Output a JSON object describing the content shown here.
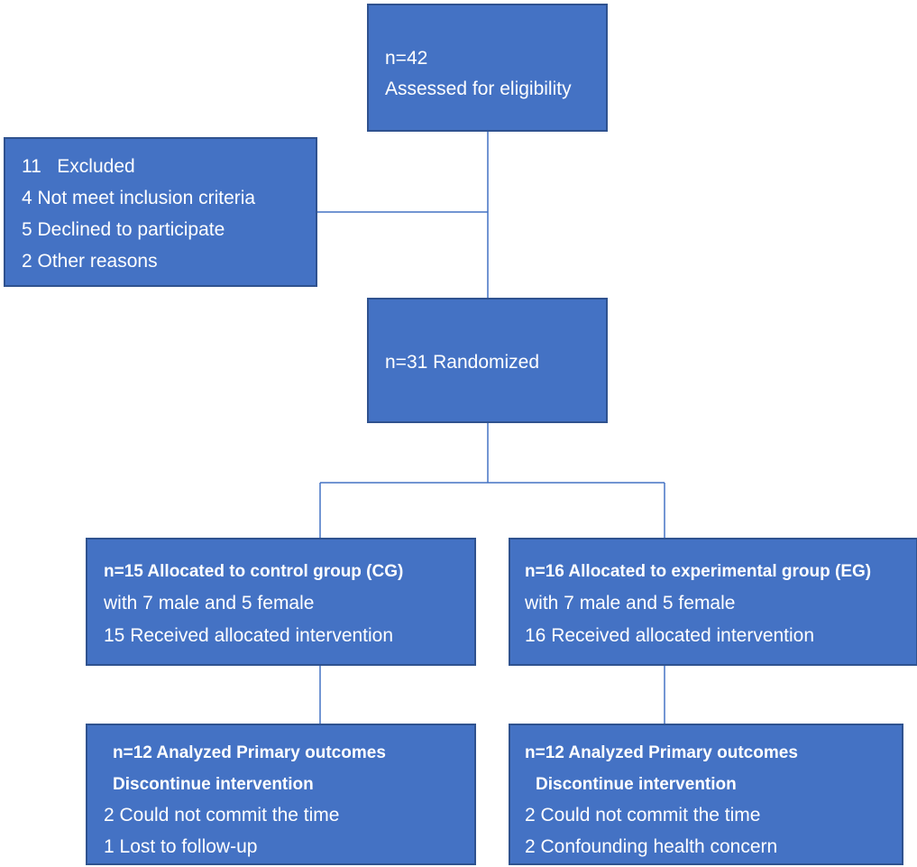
{
  "flowchart": {
    "screening": {
      "lines": [
        "n=42",
        "Assessed for eligibility"
      ]
    },
    "excluded": {
      "lines": [
        "11   Excluded",
        "4 Not meet inclusion criteria",
        "5 Declined to participate",
        "2 Other reasons"
      ]
    },
    "randomized": {
      "lines": [
        "n=31 Randomized"
      ]
    },
    "control_allocation": {
      "lines": [
        "n=15 Allocated to control group (CG)",
        "with 7 male and 5 female",
        "15 Received allocated intervention"
      ]
    },
    "experimental_allocation": {
      "lines": [
        "n=16 Allocated to experimental group (EG)",
        "with 7 male and 5 female",
        "16 Received allocated intervention"
      ]
    },
    "control_analysis": {
      "lines": [
        "n=12 Analyzed Primary outcomes",
        "Discontinue intervention",
        "2 Could not commit the time",
        "1 Lost to follow-up"
      ]
    },
    "experimental_analysis": {
      "lines": [
        "n=12 Analyzed Primary outcomes",
        "Discontinue intervention",
        "2 Could not commit the time",
        "2 Confounding health concern"
      ]
    }
  },
  "colors": {
    "box_fill": "#4472c4",
    "box_border": "#2f528f",
    "connector": "#4472c4",
    "text": "#ffffff"
  }
}
